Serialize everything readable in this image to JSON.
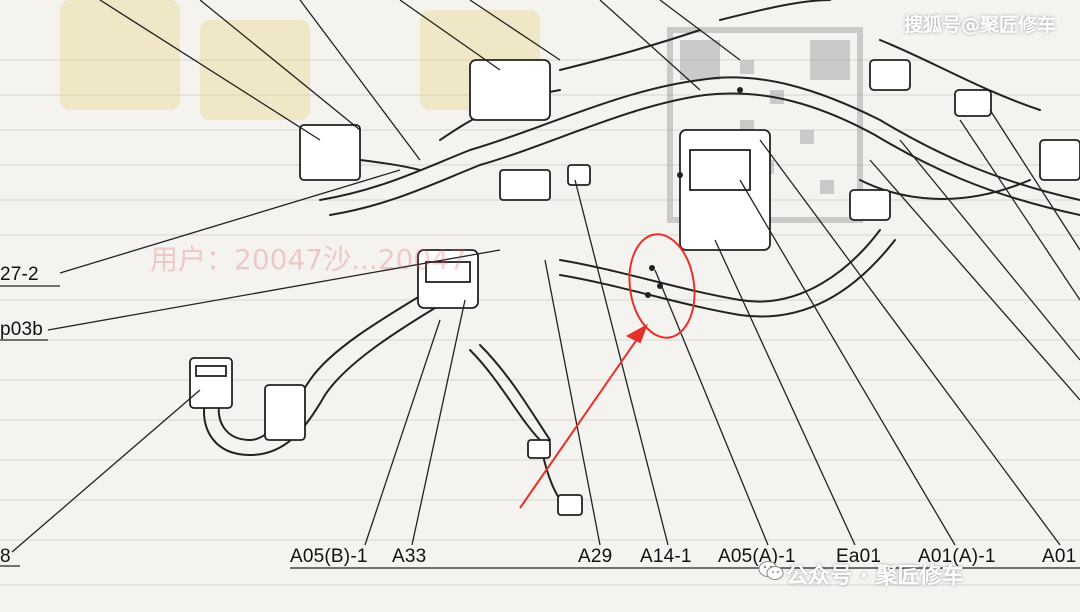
{
  "header": {
    "watermark_top": "搜狐号@聚匠修车"
  },
  "overlay": {
    "user_watermark": "用户：20047沙...20047"
  },
  "footer": {
    "watermark_bottom": "公众号 · 聚匠修车",
    "wechat_icon": "wechat-icon"
  },
  "callouts": {
    "left": [
      {
        "id": "c27-2",
        "text": "27-2"
      },
      {
        "id": "cp03b",
        "text": "p03b"
      },
      {
        "id": "c8",
        "text": "8"
      }
    ],
    "bottom": [
      {
        "id": "a05b",
        "text": "A05(B)-1"
      },
      {
        "id": "a33",
        "text": "A33"
      },
      {
        "id": "a29",
        "text": "A29"
      },
      {
        "id": "a14",
        "text": "A14-1"
      },
      {
        "id": "a05a",
        "text": "A05(A)-1"
      },
      {
        "id": "ea01",
        "text": "Ea01"
      },
      {
        "id": "a01a",
        "text": "A01(A)-1"
      },
      {
        "id": "a01",
        "text": "A01"
      }
    ]
  },
  "colors": {
    "background": "#f4f3f0",
    "line": "#222222",
    "highlight": "#e8302a",
    "watermark_yellow": "#e8d27a"
  }
}
